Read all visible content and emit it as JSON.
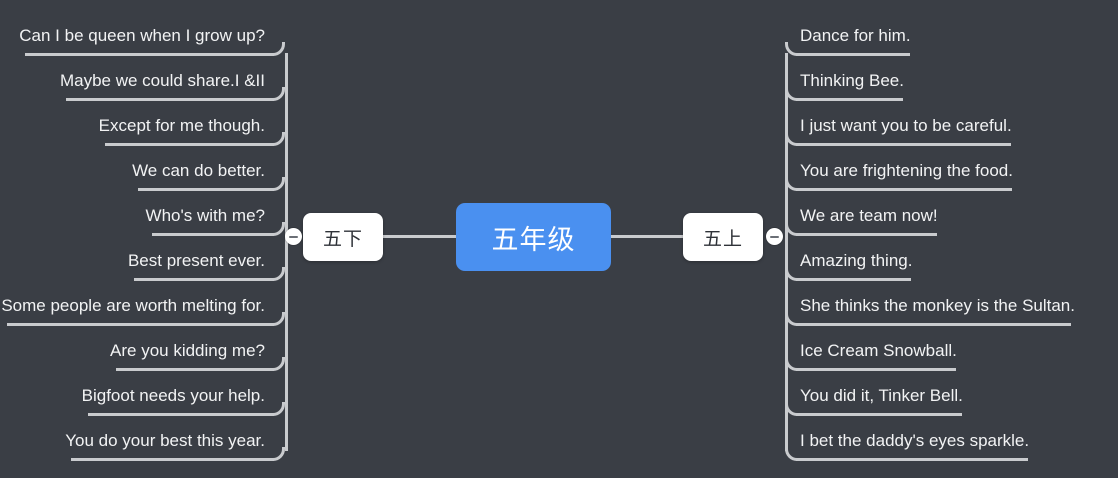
{
  "canvas": {
    "background": "#3a3e45",
    "line_color": "#c9cbce",
    "accent": "#4a90f0",
    "text_color": "#f2f3f4"
  },
  "root": {
    "label": "五年级"
  },
  "branches": [
    {
      "id": "left",
      "label": "五下",
      "side": "left",
      "toggle": {
        "icon": "collapse-minus-icon",
        "state": "expanded"
      },
      "children": [
        "Can I be queen when I grow up?",
        "Maybe we could share.I &II",
        "Except for me though.",
        "We can do better.",
        "Who's with me?",
        "Best present ever.",
        "Some people are worth melting for.",
        "Are you kidding me?",
        "Bigfoot needs your help.",
        "You do your best this year."
      ]
    },
    {
      "id": "right",
      "label": "五上",
      "side": "right",
      "toggle": {
        "icon": "collapse-minus-icon",
        "state": "expanded"
      },
      "children": [
        "Dance for him.",
        "Thinking Bee.",
        "I just want you to be careful.",
        "You are frightening the food.",
        "We are team now!",
        "Amazing thing.",
        "She thinks the monkey is the Sultan.",
        "Ice Cream Snowball.",
        "You did it, Tinker Bell.",
        "I bet the daddy's eyes sparkle."
      ]
    }
  ]
}
